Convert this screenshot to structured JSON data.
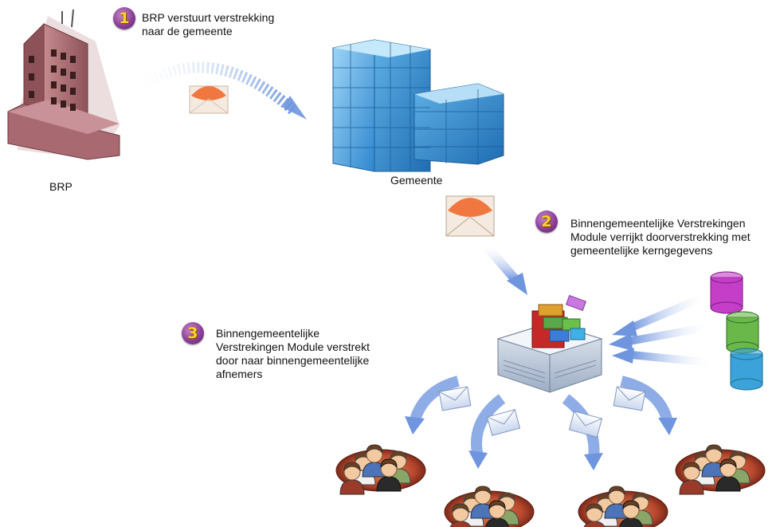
{
  "step1": {
    "number": "1",
    "text": "BRP verstuurt verstrekking\nnaar de gemeente"
  },
  "step2": {
    "number": "2",
    "text": "Binnengemeentelijke Verstrekingen\nModule verrijkt doorverstrekking met\ngemeentelijke kerngegevens"
  },
  "step3": {
    "number": "3",
    "text": "Binnengemeentelijke\nVerstrekingen Module verstrekt\ndoor naar binnengemeentelijke\nafnemers"
  },
  "labels": {
    "brp": "BRP",
    "gemeente": "Gemeente"
  },
  "colors": {
    "badge": "#8a3f97",
    "badge_digit": "#ffd02e",
    "arrow": "#7a9ee0",
    "brp_building": "#a86a70",
    "gemeente_building": "#3f96d8",
    "envelope_flap": "#f07840",
    "database_magenta": "#c43ec8",
    "database_green": "#6ab84a",
    "database_cyan": "#3ba3d9",
    "group_disc": "#a8402a"
  },
  "icons": [
    "brp-building-icon",
    "gemeente-building-icon",
    "envelope-icon",
    "server-icon",
    "database-icon",
    "user-group-icon"
  ]
}
